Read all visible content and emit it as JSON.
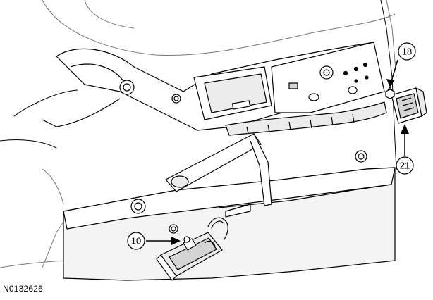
{
  "figure": {
    "id": "N0132626"
  },
  "callouts": [
    {
      "label": "18",
      "points_to": "fastener"
    },
    {
      "label": "21",
      "points_to": "electrical-connector"
    },
    {
      "label": "10",
      "points_to": "electrical-connector"
    }
  ],
  "colors": {
    "line": "#000000",
    "shade": "#d4d4d4",
    "light_shade": "#ececec",
    "background": "#ffffff"
  }
}
